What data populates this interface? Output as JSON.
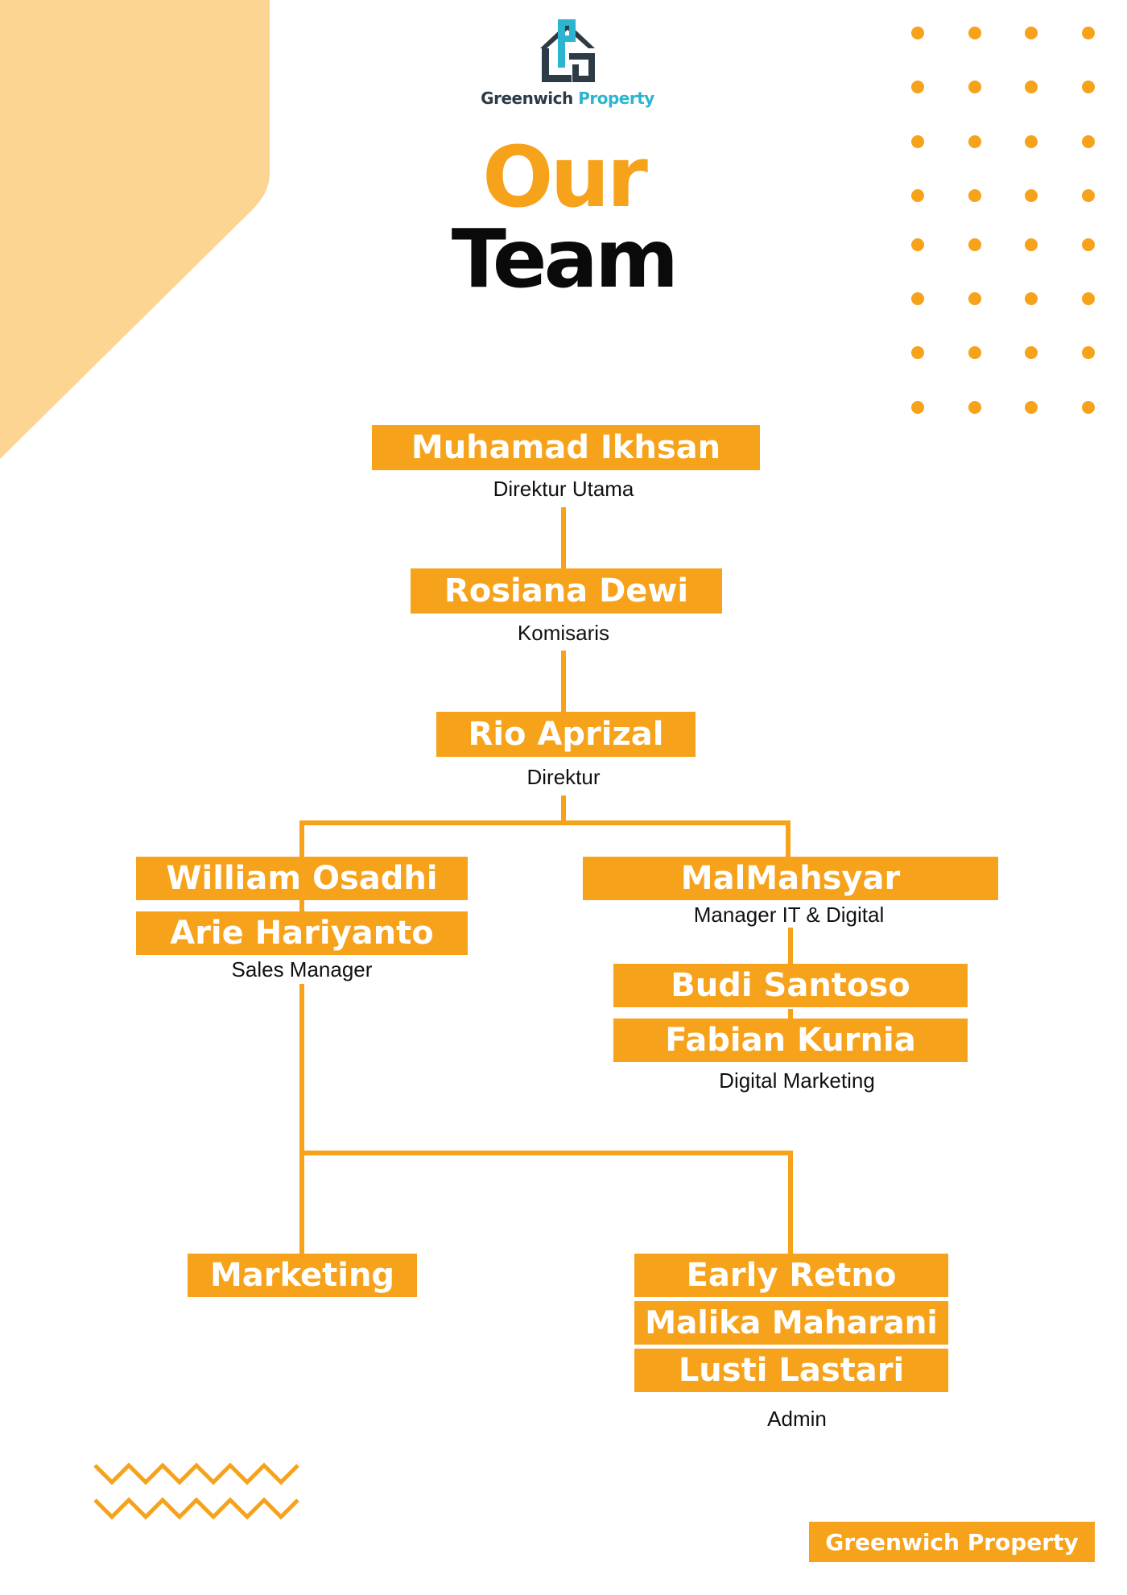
{
  "colors": {
    "accent": "#F7A21B",
    "corner": "#FDD593",
    "logo_dark": "#2D3B47",
    "logo_teal": "#2BB5D1"
  },
  "logo": {
    "icon": "house-logo-icon",
    "word1": "Greenwich",
    "word2": "Property"
  },
  "title": {
    "line1": "Our",
    "line2": "Team"
  },
  "org": {
    "direktur_utama": {
      "name": "Muhamad Ikhsan",
      "role": "Direktur Utama"
    },
    "komisaris": {
      "name": "Rosiana Dewi",
      "role": "Komisaris"
    },
    "direktur": {
      "name": "Rio Aprizal",
      "role": "Direktur"
    },
    "sales": {
      "names": [
        "William Osadhi",
        "Arie Hariyanto"
      ],
      "role": "Sales Manager"
    },
    "it": {
      "name": "MalMahsyar",
      "role": "Manager IT & Digital"
    },
    "digital": {
      "names": [
        "Budi Santoso",
        "Fabian Kurnia"
      ],
      "role": "Digital Marketing"
    },
    "marketing": {
      "name": "Marketing"
    },
    "admin": {
      "names": [
        "Early Retno",
        "Malika Maharani",
        "Lusti Lastari"
      ],
      "role": "Admin"
    }
  },
  "footer": {
    "label": "Greenwich Property"
  }
}
